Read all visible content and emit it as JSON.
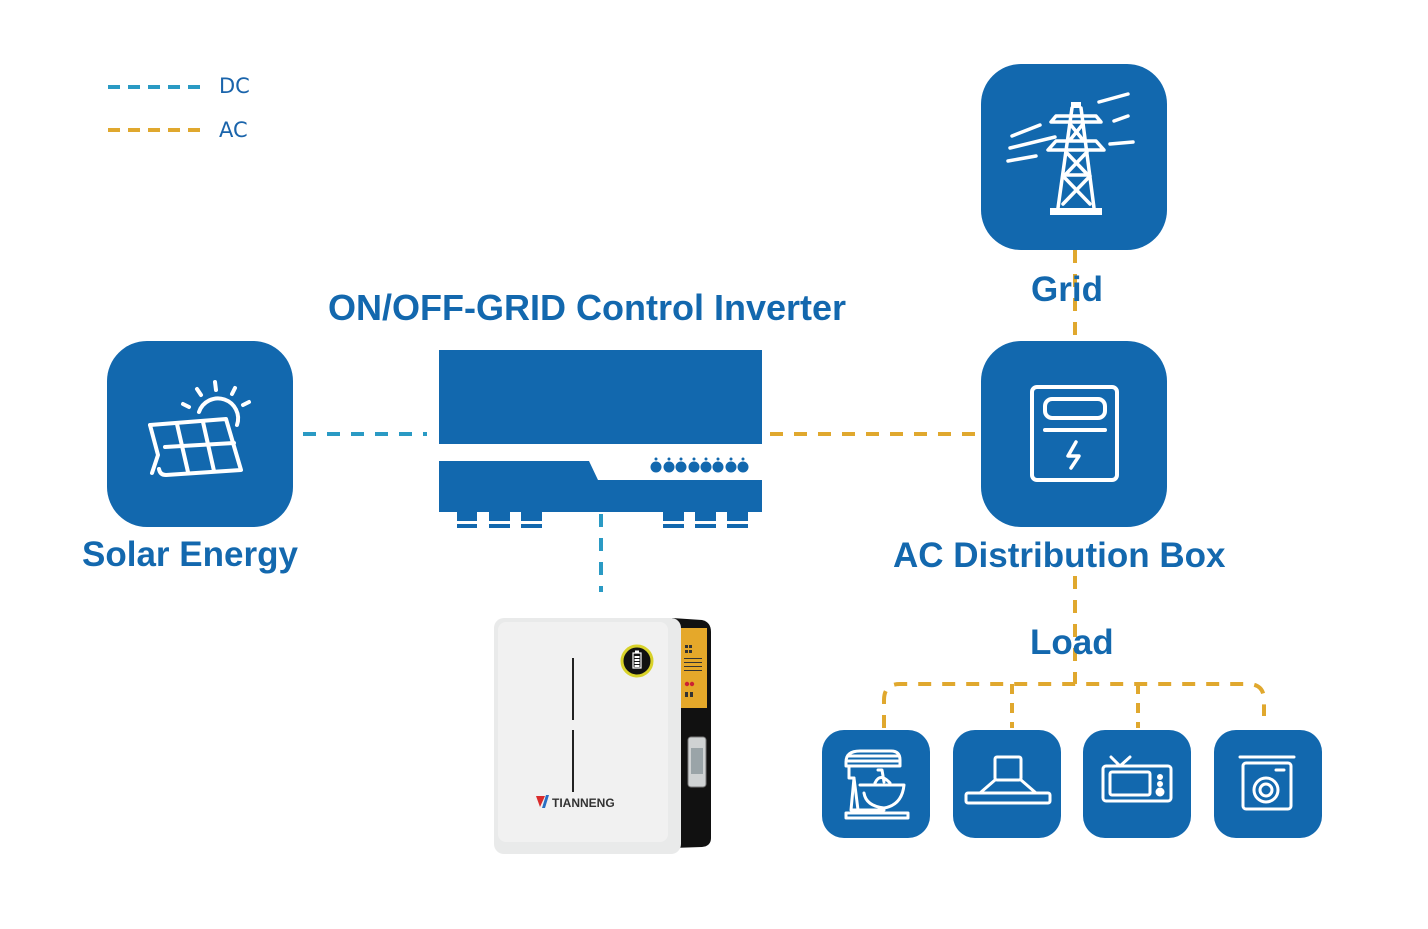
{
  "colors": {
    "primary_blue": "#1268ae",
    "dc_line": "#2a9ac4",
    "ac_line": "#e0a82e",
    "icon_stroke": "#ffffff",
    "background": "#ffffff"
  },
  "legend": [
    {
      "label": "DC",
      "line_style": "dashed",
      "color": "#2a9ac4"
    },
    {
      "label": "AC",
      "line_style": "dashed",
      "color": "#e0a82e"
    }
  ],
  "nodes": {
    "solar": {
      "label": "Solar Energy",
      "icon": "solar-panel-sun-icon"
    },
    "inverter": {
      "label": "ON/OFF-GRID Control Inverter",
      "icon": "inverter-icon"
    },
    "battery": {
      "brand": "TIANNENG",
      "icon": "battery-pack-image"
    },
    "grid": {
      "label": "Grid",
      "icon": "power-tower-icon"
    },
    "distribution": {
      "label": "AC Distribution Box",
      "icon": "distribution-box-icon"
    },
    "load": {
      "label": "Load"
    }
  },
  "loads": [
    {
      "name": "stand-mixer",
      "icon": "stand-mixer-icon"
    },
    {
      "name": "range-hood",
      "icon": "range-hood-icon"
    },
    {
      "name": "television",
      "icon": "tv-icon"
    },
    {
      "name": "washing-machine",
      "icon": "washing-machine-icon"
    }
  ],
  "connections": [
    {
      "from": "Solar Energy",
      "to": "ON/OFF-GRID Control Inverter",
      "type": "DC"
    },
    {
      "from": "ON/OFF-GRID Control Inverter",
      "to": "Battery",
      "type": "DC"
    },
    {
      "from": "ON/OFF-GRID Control Inverter",
      "to": "AC Distribution Box",
      "type": "AC"
    },
    {
      "from": "Grid",
      "to": "AC Distribution Box",
      "type": "AC"
    },
    {
      "from": "AC Distribution Box",
      "to": "Load",
      "type": "AC"
    }
  ]
}
